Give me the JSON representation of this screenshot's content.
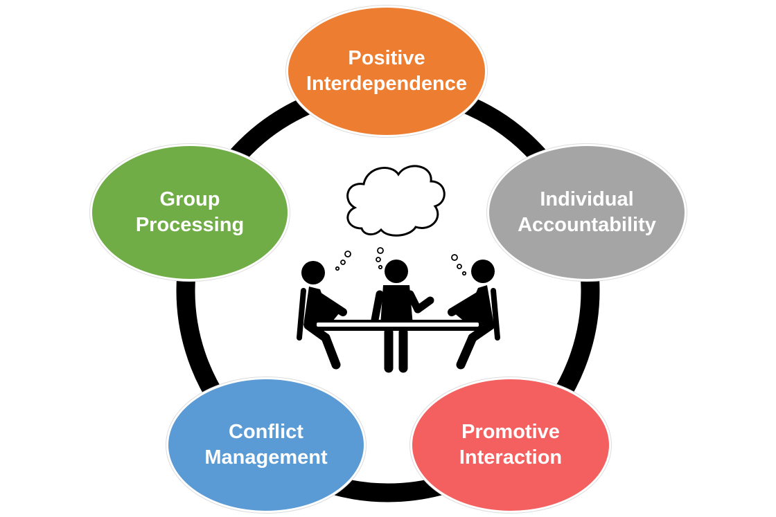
{
  "colors": {
    "ring": "#000000",
    "positive_interdependence": "#ED7D31",
    "individual_accountability": "#A5A5A5",
    "group_processing": "#70AD47",
    "conflict_management": "#5B9BD5",
    "promotive_interaction": "#F4605F"
  },
  "nodes": {
    "top": {
      "line1": "Positive",
      "line2": "Interdependence"
    },
    "right": {
      "line1": "Individual",
      "line2": "Accountability"
    },
    "left": {
      "line1": "Group",
      "line2": "Processing"
    },
    "bottom_left": {
      "line1": "Conflict",
      "line2": "Management"
    },
    "bottom_right": {
      "line1": "Promotive",
      "line2": "Interaction"
    }
  },
  "center_icon": "team-meeting-icon"
}
